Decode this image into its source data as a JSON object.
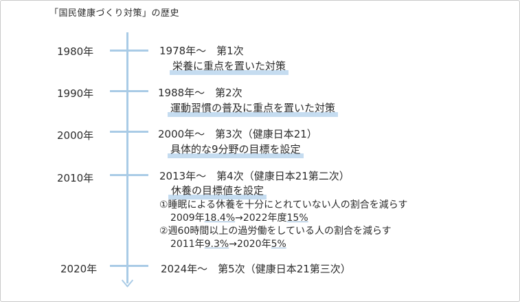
{
  "title": "「国民健康づくり対策」の歴史",
  "years": [
    "1980年",
    "1990年",
    "2000年",
    "2010年",
    "2020年"
  ],
  "phases": [
    {
      "heading": "1978年～　第1次",
      "highlight": "栄養に重点を置いた対策"
    },
    {
      "heading": "1988年～　第2次",
      "highlight": "運動習慣の普及に重点を置いた対策"
    },
    {
      "heading": "2000年～　第3次（健康日本21）",
      "highlight": "具体的な9分野の目標を設定"
    },
    {
      "heading": "2013年～　第4次（健康日本21第二次）",
      "highlight": "休養の目標値を設定"
    },
    {
      "heading": "2024年～　第5次（健康日本21第三次）"
    }
  ],
  "targets": [
    {
      "text": "①睡眠による休養を十分にとれていない人の割合を減らす",
      "from_year": "2009年",
      "from_value": "18.4%",
      "arrow": "→",
      "to_year": "2022年度",
      "to_value": "15%"
    },
    {
      "text": "②週60時間以上の過労働をしている人の割合を減らす",
      "from_year": "2011年",
      "from_value": "9.3%",
      "arrow": "→",
      "to_year": "2020年",
      "to_value": "5%"
    }
  ],
  "colors": {
    "accent": "#a9cbe6",
    "highlight": "#c5dcf0",
    "text": "#2b2b2b",
    "border": "#c9c9c9"
  }
}
